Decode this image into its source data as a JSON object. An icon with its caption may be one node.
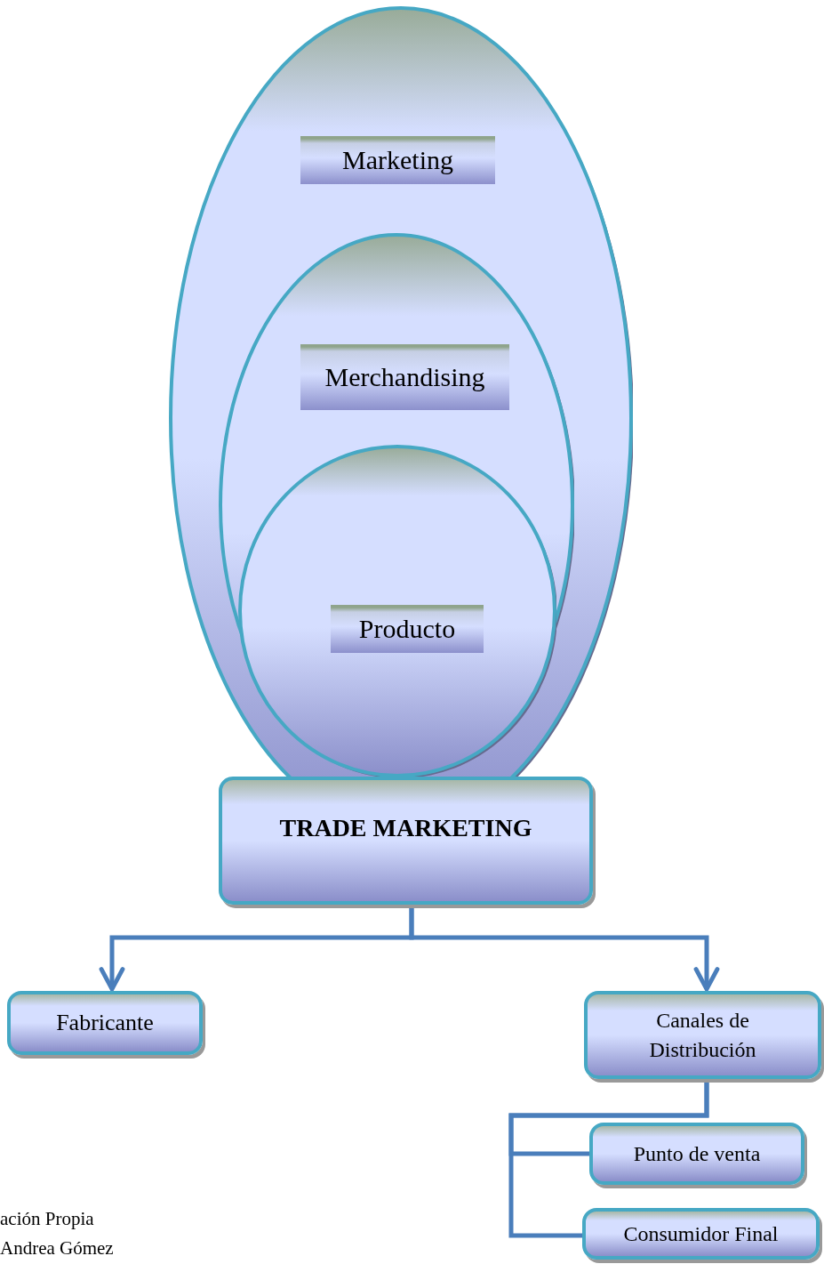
{
  "diagram": {
    "nodes": [
      {
        "text": [
          "Marketing"
        ]
      },
      {
        "text": [
          "Merchandising"
        ],
        "in": 0
      },
      {
        "text": [
          "Producto"
        ],
        "in": 1
      },
      {
        "text": [
          "TRADE MARKETING"
        ]
      },
      {
        "text": [
          "Fabricante"
        ]
      },
      {
        "text": [
          "Canales de Distribución"
        ]
      },
      {
        "text": [
          "Punto de venta"
        ]
      },
      {
        "text": [
          "Consumidor Final"
        ]
      }
    ],
    "edges": [
      {
        "from": 3,
        "to": 4,
        "arrow": "to"
      },
      {
        "from": 3,
        "to": 5,
        "arrow": "to"
      },
      {
        "from": 5,
        "to": 6,
        "arrow": "none"
      },
      {
        "from": 5,
        "to": 7,
        "arrow": "none"
      }
    ],
    "labels": [
      "ación Propia",
      "Andrea Gómez"
    ]
  }
}
